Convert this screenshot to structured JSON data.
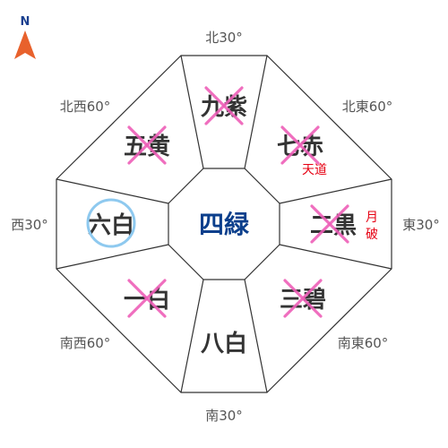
{
  "compass": {
    "north_label": "N",
    "arrow_color": "#e8612c",
    "label_color": "#1a3f8f"
  },
  "directions": {
    "north": "北30°",
    "northeast": "北東60°",
    "east": "東30°",
    "southeast": "南東60°",
    "south": "南30°",
    "southwest": "南西60°",
    "west": "西30°",
    "northwest": "北西60°"
  },
  "center": {
    "label": "四緑",
    "color": "#0b3f8c"
  },
  "sectors": {
    "north": {
      "label": "九紫",
      "crossed": true
    },
    "northeast": {
      "label": "七赤",
      "crossed": true,
      "note": "天道"
    },
    "east": {
      "label": "二黒",
      "crossed": true,
      "note": "月破"
    },
    "southeast": {
      "label": "三碧",
      "crossed": true
    },
    "south": {
      "label": "八白",
      "crossed": false
    },
    "southwest": {
      "label": "一白",
      "crossed": true
    },
    "west": {
      "label": "六白",
      "crossed": false,
      "circled": true
    },
    "northwest": {
      "label": "五黄",
      "crossed": true
    }
  },
  "colors": {
    "cross": "#ee5fb8",
    "circle": "#8ec9ef",
    "note": "#e60012",
    "line": "#333333"
  }
}
